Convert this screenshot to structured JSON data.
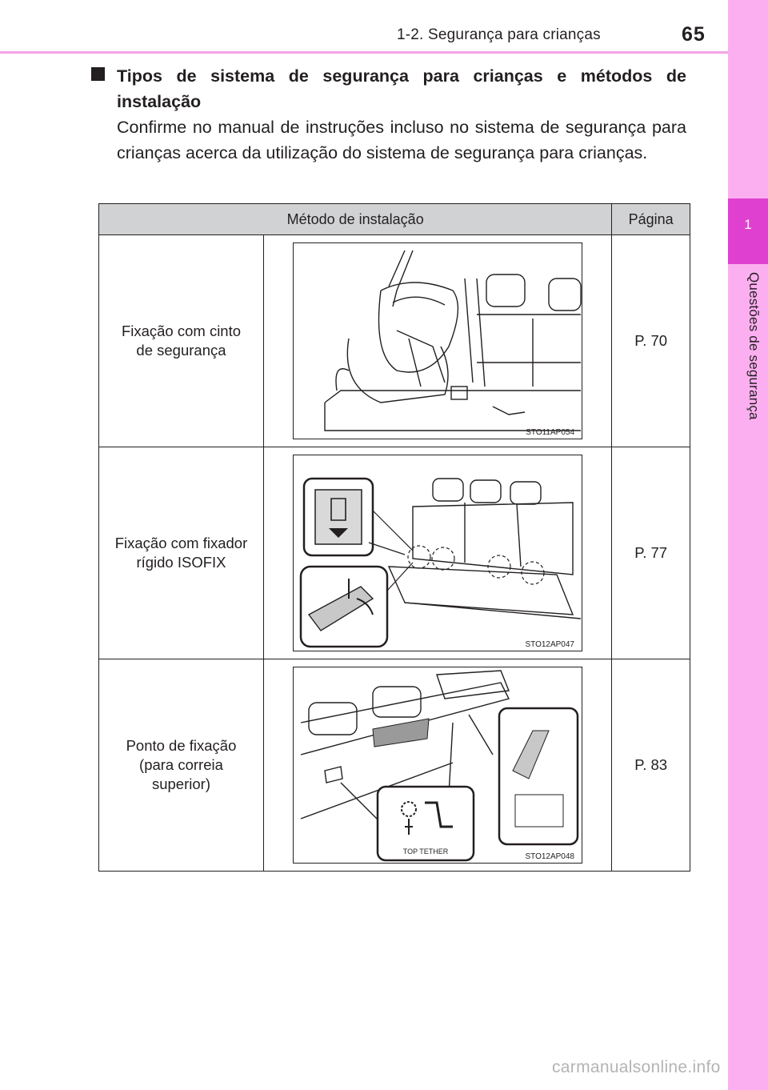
{
  "header": {
    "section": "1-2. Segurança para crianças",
    "page_number": "65"
  },
  "side_tab": {
    "chapter_number": "1",
    "chapter_title": "Questões de segurança"
  },
  "content": {
    "heading": "Tipos de sistema de segurança para crianças e métodos de instalação",
    "paragraph": "Confirme no manual de instruções incluso no sistema de segurança para crianças acerca da utilização do sistema de segurança para crianças."
  },
  "table": {
    "headers": {
      "method": "Método de instalação",
      "page": "Página"
    },
    "rows": [
      {
        "method_line1": "Fixação com cinto",
        "method_line2": "de segurança",
        "method_line3": "",
        "figure_code": "STO11AP054",
        "page": "P. 70"
      },
      {
        "method_line1": "Fixação com fixador",
        "method_line2": "rígido ISOFIX",
        "method_line3": "",
        "figure_code": "STO12AP047",
        "page": "P. 77"
      },
      {
        "method_line1": "Ponto de fixação",
        "method_line2": "(para correia",
        "method_line3": "superior)",
        "figure_code": "STO12AP048",
        "page": "P. 83",
        "figure_label": "TOP TETHER"
      }
    ]
  },
  "watermark": "carmanualsonline.info",
  "colors": {
    "tab_light": "#fcaff0",
    "tab_dark": "#e040cf",
    "header_line": "#f5a4e6",
    "table_header": "#d1d2d4"
  }
}
